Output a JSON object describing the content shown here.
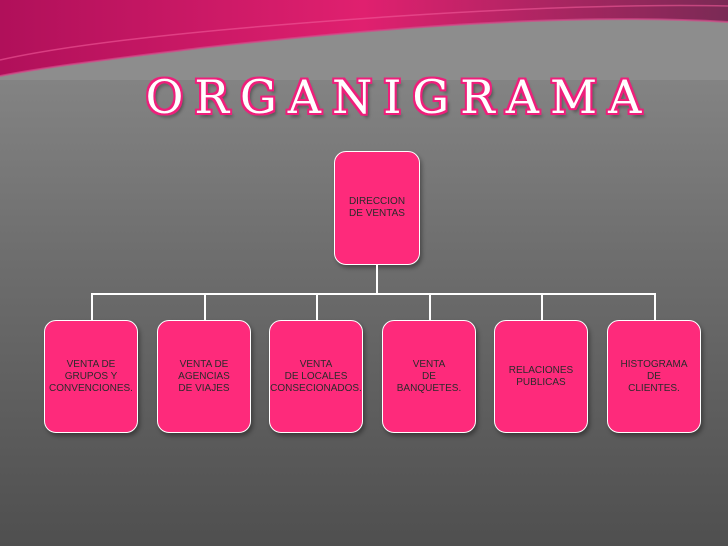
{
  "title": "ORGANIGRAMA",
  "root": {
    "label": "DIRECCION\nDE VENTAS"
  },
  "children": [
    {
      "label": "VENTA DE\nGRUPOS Y\nCONVENCIONES."
    },
    {
      "label": "VENTA DE\nAGENCIAS\nDE VIAJES"
    },
    {
      "label": "VENTA\nDE LOCALES\nCONSECIONADOS."
    },
    {
      "label": "VENTA\nDE\nBANQUETES."
    },
    {
      "label": "RELACIONES\nPUBLICAS"
    },
    {
      "label": "HISTOGRAMA\nDE\nCLIENTES."
    }
  ],
  "colors": {
    "box": "#fe2a7b",
    "accent": "#c2185b",
    "title_outline": "#ee1f7b",
    "connector": "#ffffff"
  }
}
